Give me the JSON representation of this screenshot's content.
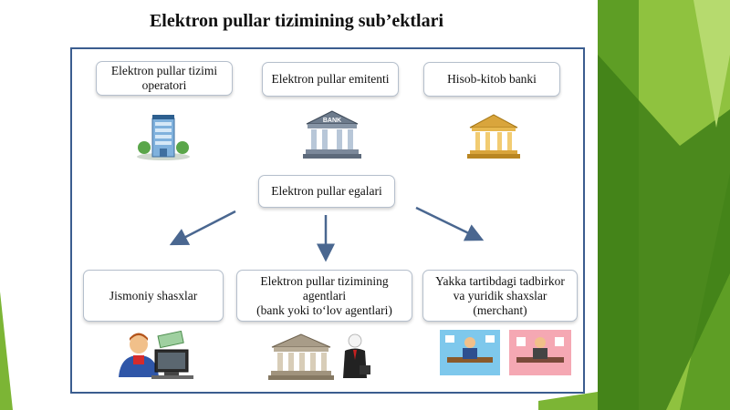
{
  "title": "Elektron pullar tizimining sub’ektlari",
  "top_boxes": [
    {
      "lines": [
        "Elektron pullar tizimi",
        "operatori"
      ]
    },
    {
      "lines": [
        "Elektron pullar emitenti"
      ]
    },
    {
      "lines": [
        "Hisob-kitob banki"
      ]
    }
  ],
  "middle_box": {
    "label": "Elektron pullar egalari"
  },
  "bottom_boxes": [
    {
      "lines": [
        "Jismoniy shasxlar"
      ]
    },
    {
      "lines": [
        "Elektron pullar  tizimining",
        "agentlari",
        "(bank yoki to‘lov agentlari)"
      ]
    },
    {
      "lines": [
        "Yakka tartibdagi tadbirkor",
        "va yuridik shaxslar",
        "(merchant)"
      ]
    }
  ],
  "icons": {
    "operator": "office-building-icon",
    "emitent": "bank-icon",
    "settlement_bank": "gold-bank-icon",
    "individual": "person-computer-icon",
    "agents": "bank-businessman-icon",
    "merchant": "merchant-office-icon"
  },
  "bank_sign": "BANK",
  "colors": {
    "frame": "#3b5d8f",
    "arrow": "#4a6790",
    "green_dark": "#4f8f1c",
    "green_light": "#9ccc4a"
  }
}
